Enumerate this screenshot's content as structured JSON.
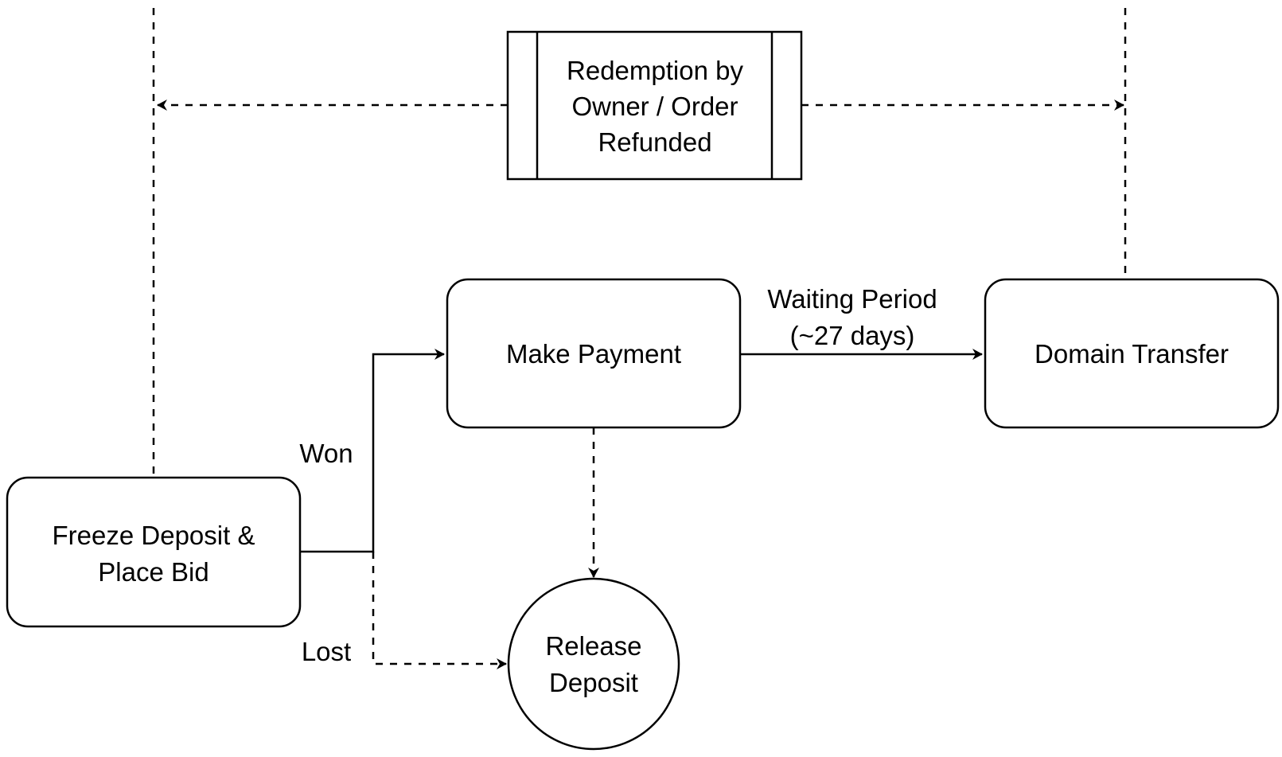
{
  "nodes": {
    "redemption": {
      "line1": "Redemption by",
      "line2": "Owner / Order",
      "line3": "Refunded"
    },
    "make_payment": {
      "label": "Make Payment"
    },
    "domain_transfer": {
      "label": "Domain Transfer"
    },
    "freeze_deposit": {
      "line1": "Freeze Deposit &",
      "line2": "Place Bid"
    },
    "release_deposit": {
      "line1": "Release",
      "line2": "Deposit"
    }
  },
  "edges": {
    "won": "Won",
    "lost": "Lost",
    "waiting_period_line1": "Waiting Period",
    "waiting_period_line2": "(~27 days)"
  }
}
